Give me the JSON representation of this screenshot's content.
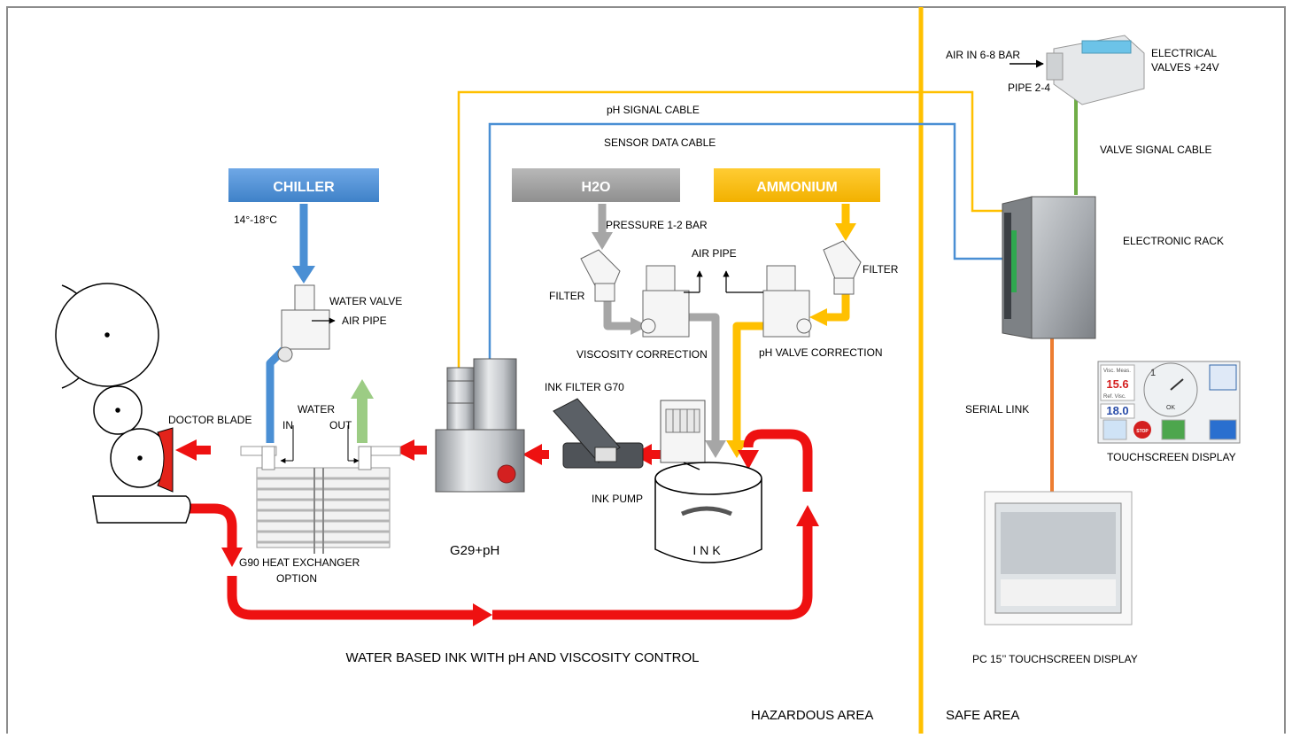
{
  "title": "WATER BASED INK WITH pH AND VISCOSITY CONTROL",
  "areas": {
    "hazardous": "HAZARDOUS AREA",
    "safe": "SAFE AREA"
  },
  "boxes": {
    "chiller": "CHILLER",
    "h2o": "H2O",
    "ammonium": "AMMONIUM"
  },
  "labels": {
    "chiller_temp": "14°-18°C",
    "water_valve": "WATER VALVE",
    "air_pipe_left": "AIR PIPE",
    "air_pipe_center": "AIR PIPE",
    "pressure": "PRESSURE 1-2 BAR",
    "filter_left": "FILTER",
    "filter_right": "FILTER",
    "viscosity_correction": "VISCOSITY CORRECTION",
    "ph_valve_correction": "pH VALVE CORRECTION",
    "ph_signal_cable": "pH SIGNAL CABLE",
    "sensor_data_cable": "SENSOR DATA CABLE",
    "doctor_blade": "DOCTOR BLADE",
    "water": "WATER",
    "in": "IN",
    "out": "OUT",
    "ink_filter": "INK FILTER G70",
    "ink_pump": "INK PUMP",
    "g29": "G29+pH",
    "heat_exchanger_1": "G90 HEAT EXCHANGER",
    "heat_exchanger_2": "OPTION",
    "ink": "INK",
    "air_in": "AIR IN 6-8 BAR",
    "pipe": "PIPE 2-4",
    "electrical_valves_1": "ELECTRICAL",
    "electrical_valves_2": "VALVES +24V",
    "valve_signal_cable": "VALVE SIGNAL CABLE",
    "electronic_rack": "ELECTRONIC RACK",
    "serial_link": "SERIAL LINK",
    "touchscreen_display": "TOUCHSCREEN DISPLAY",
    "pc_display": "PC 15’’ TOUCHSCREEN DISPLAY"
  },
  "touchscreen": {
    "visc_meas_label": "Visc. Meas.",
    "visc_meas": "15.6",
    "ref_visc_label": "Ref. Visc.",
    "ref_visc": "18.0",
    "dial_value": "1",
    "dial_unit": "OK",
    "stop": "STOP"
  },
  "colors": {
    "ink_flow": "#ee1111",
    "chiller": "#4a8fd4",
    "h2o": "#a6a6a6",
    "ammonium": "#ffc000",
    "ph_cable": "#ffc000",
    "sensor_cable": "#4a8fd4",
    "valve_cable": "#70ad47",
    "serial_cable": "#ed7d31",
    "return_flow": "#9ccc84"
  },
  "icons": [
    "arrow-icon",
    "valve-icon",
    "filter-icon",
    "pump-icon",
    "tank-icon",
    "roller-icon",
    "rack-icon",
    "display-icon"
  ]
}
